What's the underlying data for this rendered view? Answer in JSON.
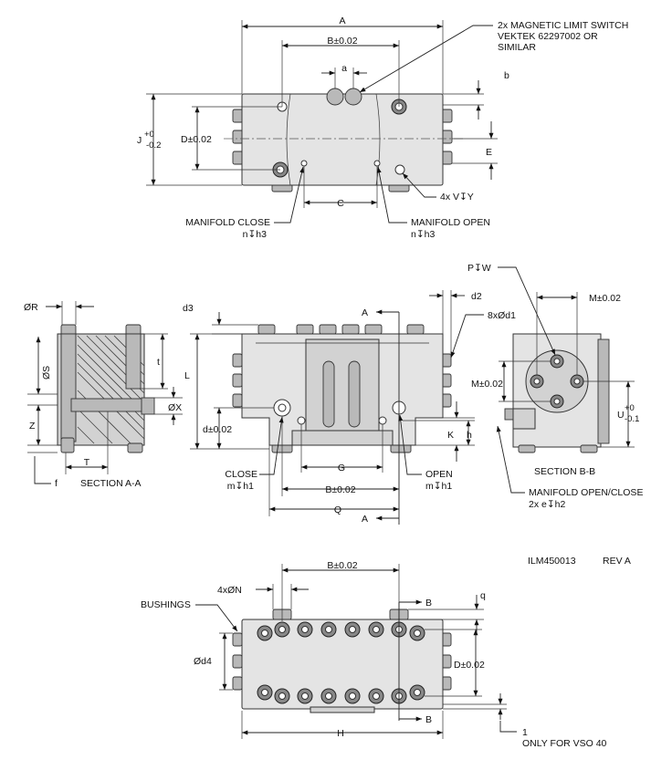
{
  "drawing_number": "ILM450013",
  "revision": "REV A",
  "callouts": {
    "switch_line1": "2x MAGNETIC LIMIT SWITCH",
    "switch_line2": "VEKTEK 62297002 OR",
    "switch_line3": "SIMILAR",
    "manifold_close": "MANIFOLD CLOSE",
    "manifold_close_spec": "n↧h3",
    "manifold_open": "MANIFOLD OPEN",
    "manifold_open_spec": "n↧h3",
    "holes_4x": "4x V↧Y",
    "close": "CLOSE",
    "close_spec": "m↧h1",
    "open": "OPEN",
    "open_spec": "m↧h1",
    "section_aa": "SECTION A-A",
    "section_bb": "SECTION B-B",
    "manifold_oc": "MANIFOLD OPEN/CLOSE",
    "manifold_oc_spec": "2x e↧h2",
    "p_spec": "P↧W",
    "bushings": "BUSHINGS",
    "only_vso": "ONLY FOR VSO 40"
  },
  "dims": {
    "A": "A",
    "B": "B±0.02",
    "a": "a",
    "b": "b",
    "J": "J",
    "J_up": "+0",
    "J_lo": "-0.2",
    "D": "D±0.02",
    "E": "E",
    "C": "C",
    "d3": "d3",
    "d2": "d2",
    "d1": "8xØd1",
    "L": "L",
    "d": "d±0.02",
    "K": "K",
    "h": "h",
    "G": "G",
    "Q": "Q",
    "R": "ØR",
    "S": "ØS",
    "t": "t",
    "Z": "Z",
    "X": "ØX",
    "T": "T",
    "f": "f",
    "M": "M±0.02",
    "U": "U",
    "U_up": "+0",
    "U_lo": "-0.1",
    "N": "4xØN",
    "q": "q",
    "d4": "Ød4",
    "H": "H",
    "one": "1",
    "sec_A": "A",
    "sec_B": "B"
  }
}
